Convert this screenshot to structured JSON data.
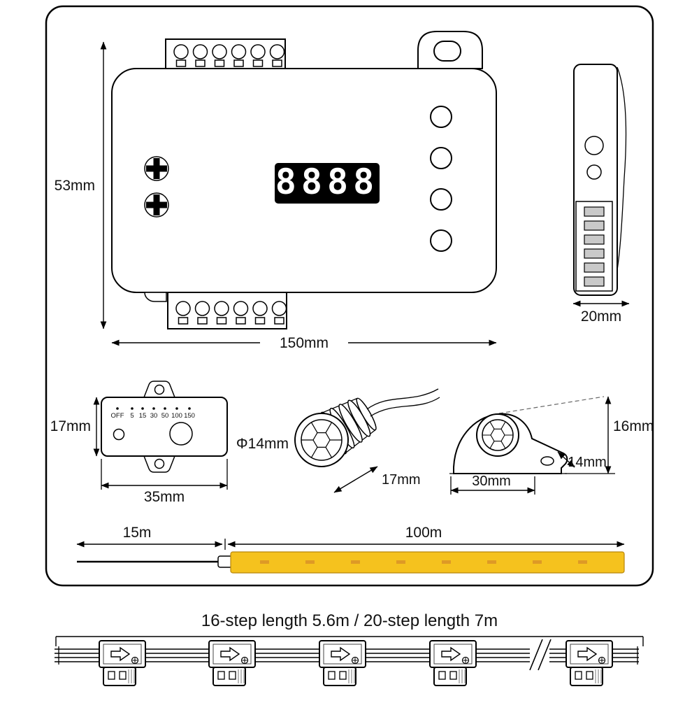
{
  "controller": {
    "display_value": "8888",
    "dim_height": "53mm",
    "dim_width": "150mm",
    "side_width": "20mm"
  },
  "remote": {
    "scale_labels": [
      "OFF",
      "5",
      "15",
      "30",
      "50",
      "100",
      "150"
    ],
    "dim_height": "17mm",
    "dim_width": "35mm"
  },
  "sensor_round": {
    "dim_diameter": "Φ14mm",
    "dim_length": "17mm"
  },
  "sensor_mounted": {
    "dim_width": "30mm",
    "dim_depth": "14mm",
    "dim_height": "16mm"
  },
  "strip": {
    "dim_wire": "15m",
    "dim_strip": "100m"
  },
  "footer": {
    "caption": "16-step length 5.6m / 20-step length 7m"
  },
  "colors": {
    "strip_yellow": "#F5C21E",
    "strip_dash": "#DE9A26",
    "display_bg": "#000000",
    "display_digits": "#FFFFFF"
  }
}
